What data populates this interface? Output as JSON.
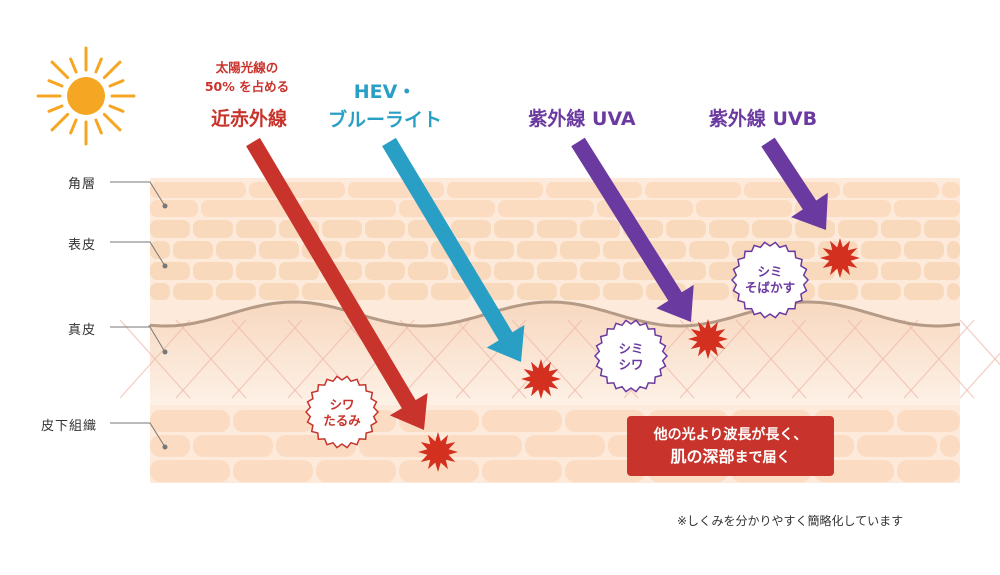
{
  "layers": {
    "stratum_corneum": "角層",
    "epidermis": "表皮",
    "dermis": "真皮",
    "subcutaneous": "皮下組織"
  },
  "rays": {
    "near_infrared": {
      "note_line1": "太陽光線の",
      "note_line2": "50% を占める",
      "label": "近赤外線",
      "color": "#c8342c"
    },
    "hev": {
      "label_line1": "HEV・",
      "label_line2": "ブルーライト",
      "color": "#2a9fc6"
    },
    "uva": {
      "label": "紫外線 UVA",
      "color": "#6b3aa0"
    },
    "uvb": {
      "label": "紫外線 UVB",
      "color": "#6b3aa0"
    }
  },
  "effects": {
    "wrinkle_sag": {
      "line1": "シワ",
      "line2": "たるみ"
    },
    "spot_wrinkle": {
      "line1": "シミ",
      "line2": "シワ"
    },
    "spot_freckle": {
      "line1": "シミ",
      "line2": "そばかす"
    }
  },
  "callout": {
    "line1": "他の光より波長が長く、",
    "line2_bold": "肌の深部",
    "line2_rest": "まで届く"
  },
  "footnote": "※しくみを分かりやすく簡略化しています",
  "colors": {
    "skin_light": "#fbe6d2",
    "skin_cell": "#f8d9bc",
    "dermis": "#f9e0cc",
    "membrane": "#b59a86",
    "sun": "#f5a623",
    "star": "#d4301f"
  }
}
